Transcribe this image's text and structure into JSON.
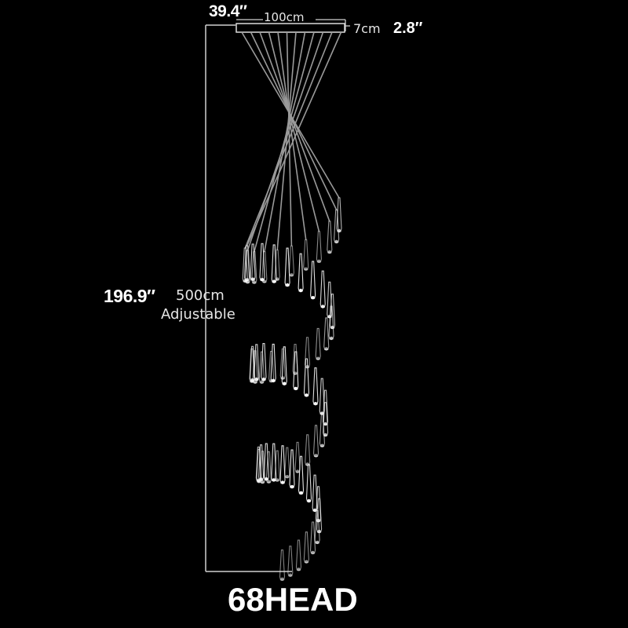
{
  "diagram": {
    "title": "68HEAD",
    "width_dimension": {
      "inches": "39.4″",
      "cm": "100cm"
    },
    "canopy_height_dimension": {
      "cm": "7cm",
      "inches": "2.8″"
    },
    "drop_dimension": {
      "inches": "196.9″",
      "cm": "500cm",
      "note": "Adjustable"
    },
    "colors": {
      "background": "#000000",
      "lines": "#d8d8d8",
      "text": "#ffffff"
    },
    "pendant_count": 68
  }
}
